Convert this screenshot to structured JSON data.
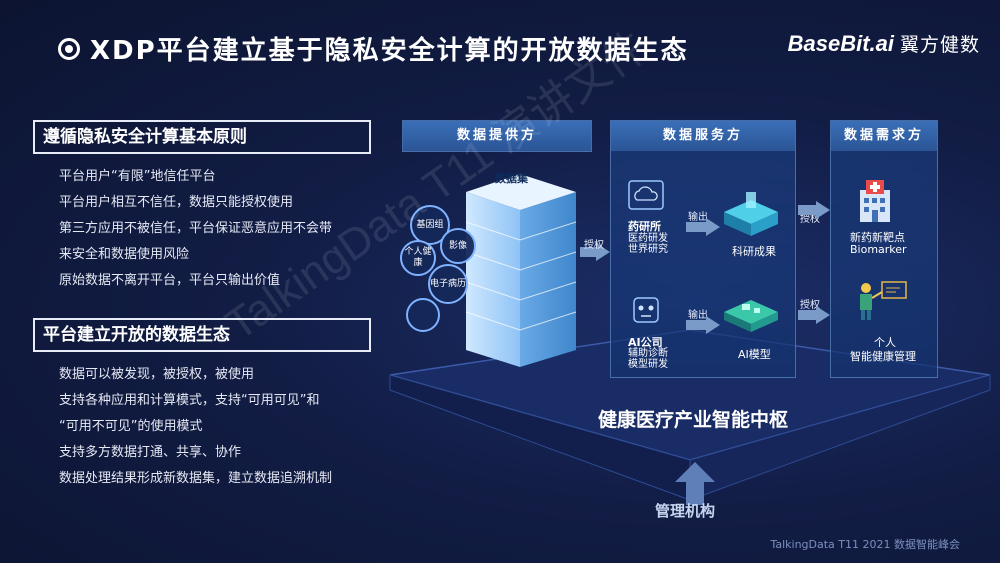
{
  "title": "XDP平台建立基于隐私安全计算的开放数据生态",
  "logo": {
    "en": "BaseBit.ai",
    "cn": "翼方健数"
  },
  "section1": {
    "heading": "遵循隐私安全计算基本原则",
    "items": [
      "平台用户“有限”地信任平台",
      "平台用户相互不信任，数据只能授权使用",
      "第三方应用不被信任，平台保证恶意应用不会带",
      "来安全和数据使用风险",
      "原始数据不离开平台，平台只输出价值"
    ]
  },
  "section2": {
    "heading": "平台建立开放的数据生态",
    "items": [
      "数据可以被发现，被授权，被使用",
      "支持各种应用和计算模式，支持“可用可见”和",
      "“可用不可见”的使用模式",
      "支持多方数据打通、共享、协作",
      "数据处理结果形成新数据集，建立数据追溯机制"
    ]
  },
  "diagram": {
    "provider_header": "数据提供方",
    "service_header": "数据服务方",
    "demand_header": "数据需求方",
    "dataset_label": "数据集",
    "bubbles": [
      "基因组",
      "影像",
      "个人健康",
      "电子病历"
    ],
    "pharma_title": "药研所",
    "pharma_sub": "医药研发 世界研究",
    "ai_title": "AI公司",
    "ai_sub": "辅助诊断 模型研发",
    "output1": "输出",
    "output2": "输出",
    "research_result": "科研成果",
    "ai_model": "AI模型",
    "auth1": "授权",
    "auth2": "授权",
    "auth3": "授权",
    "drug_target": "新药新靶点",
    "biomarker": "Biomarker",
    "personal": "个人",
    "health_mgmt": "智能健康管理",
    "platform": "健康医疗产业智能中枢",
    "mgmt": "管理机构"
  },
  "footer": "TalkingData T11 2021 数据智能峰会",
  "watermark": "TalkingData T11 演讲文件",
  "colors": {
    "background": "#121d45",
    "accent": "#3a6fb8",
    "cube": "#9dd0ff"
  }
}
